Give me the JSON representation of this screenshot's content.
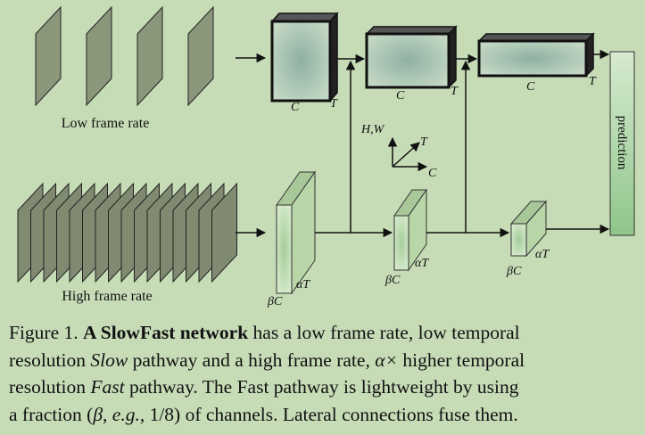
{
  "diagram": {
    "low_frame_rate_label": "Low frame rate",
    "high_frame_rate_label": "High frame rate",
    "prediction_label": "prediction",
    "slow_dims": {
      "channel": "C",
      "time": "T"
    },
    "fast_dims": {
      "channel": "βC",
      "time": "αT"
    },
    "axes": {
      "spatial": "H,W",
      "time": "T",
      "channel": "C"
    },
    "colors": {
      "background": "#c6dcb7",
      "frame_fill": "#8b977a",
      "slow_block_front": "#a9c1b0",
      "fast_block_front": "#c8e1bd",
      "prediction_bar": "#a3cfa0"
    }
  },
  "caption": {
    "line1": [
      {
        "text": "Figure 1. ",
        "style": "normal"
      },
      {
        "text": "A SlowFast network",
        "style": "bold"
      },
      {
        "text": " has a low frame rate, low temporal",
        "style": "normal"
      }
    ],
    "line2": [
      {
        "text": "resolution ",
        "style": "normal"
      },
      {
        "text": "Slow",
        "style": "italic"
      },
      {
        "text": " pathway and a high frame rate, ",
        "style": "normal"
      },
      {
        "text": "α×",
        "style": "italic"
      },
      {
        "text": " higher temporal",
        "style": "normal"
      }
    ],
    "line3": [
      {
        "text": "resolution ",
        "style": "normal"
      },
      {
        "text": "Fast",
        "style": "italic"
      },
      {
        "text": " pathway. The Fast pathway is lightweight by using",
        "style": "normal"
      }
    ],
    "line4": [
      {
        "text": "a fraction (",
        "style": "normal"
      },
      {
        "text": "β",
        "style": "italic"
      },
      {
        "text": ", ",
        "style": "normal"
      },
      {
        "text": "e.g.",
        "style": "italic"
      },
      {
        "text": ", 1/8) of channels. Lateral connections fuse them.",
        "style": "normal"
      }
    ]
  }
}
